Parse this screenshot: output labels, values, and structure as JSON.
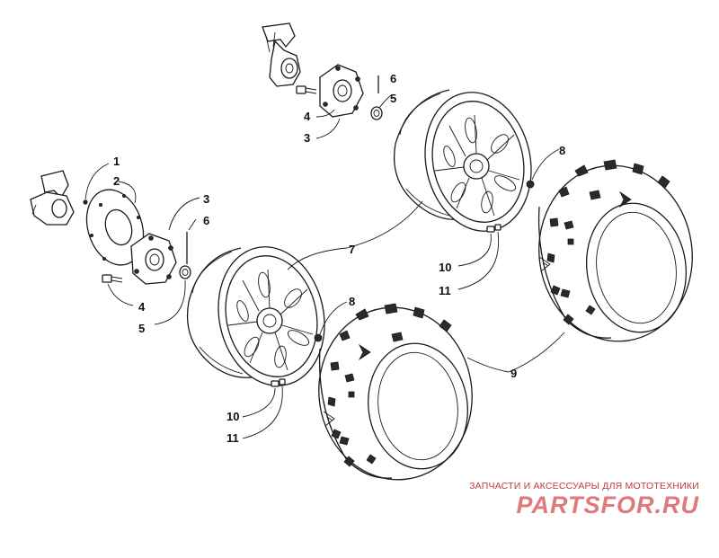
{
  "callouts": [
    {
      "id": "1",
      "text": "1"
    },
    {
      "id": "2",
      "text": "2"
    },
    {
      "id": "3",
      "text": "3"
    },
    {
      "id": "4",
      "text": "4"
    },
    {
      "id": "5",
      "text": "5"
    },
    {
      "id": "6",
      "text": "6"
    },
    {
      "id": "7",
      "text": "7"
    },
    {
      "id": "8",
      "text": "8"
    },
    {
      "id": "9",
      "text": "9"
    },
    {
      "id": "10",
      "text": "10"
    },
    {
      "id": "11",
      "text": "11"
    }
  ],
  "watermark": {
    "tagline": "ЗАПЧАСТИ И АКСЕССУАРЫ ДЛЯ МОТОТЕХНИКИ",
    "logo": "PARTSFOR.RU",
    "color": "#e07a7a"
  }
}
